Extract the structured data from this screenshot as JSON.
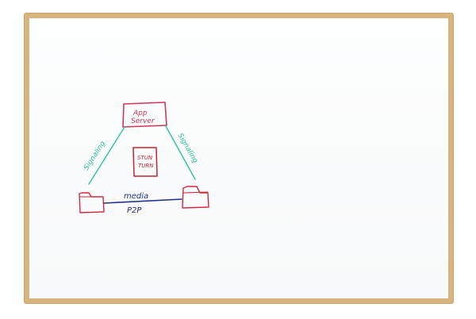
{
  "whiteboard": {
    "labels": {
      "app_server_line1": "App",
      "app_server_line2": "Server",
      "stun_line1": "STUN",
      "stun_line2": "TURN",
      "signaling_left": "Signaling",
      "signaling_right": "Signaling",
      "media": "media",
      "p2p": "P2P"
    },
    "colors": {
      "frame": "#d8b57e",
      "server_box": "#d0355a",
      "stun_box": "#c8202e",
      "signaling": "#2fc4a0",
      "media_line": "#1f2f8a",
      "peer_folder": "#d02a40"
    }
  }
}
